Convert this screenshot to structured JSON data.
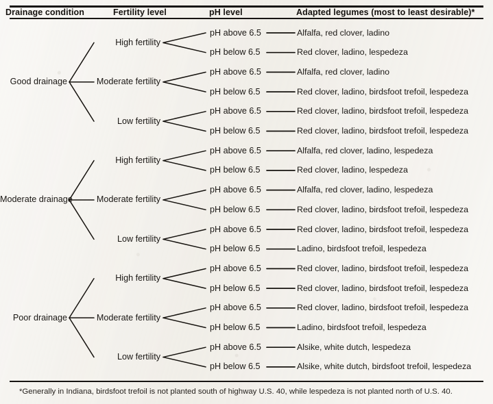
{
  "headers": {
    "drainage": "Drainage condition",
    "fertility": "Fertility level",
    "ph": "pH level",
    "legumes": "Adapted legumes (most to least desirable)*"
  },
  "footnote": "*Generally in Indiana, birdsfoot trefoil is not planted south of highway U.S. 40, while lespedeza is not planted north of U.S. 40.",
  "ph_labels": {
    "above": "pH above 6.5",
    "below": "pH below 6.5"
  },
  "fertility_labels": {
    "high": "High fertility",
    "moderate": "Moderate fertility",
    "low": "Low fertility"
  },
  "drainage_labels": {
    "good": "Good drainage",
    "moderate": "Moderate drainage",
    "poor": "Poor drainage"
  },
  "tree": [
    {
      "drainage": "Good drainage",
      "fertility": [
        {
          "level": "High fertility",
          "ph": [
            {
              "label": "pH above 6.5",
              "legumes": "Alfalfa, red clover, ladino"
            },
            {
              "label": "pH below 6.5",
              "legumes": "Red clover, ladino, lespedeza"
            }
          ]
        },
        {
          "level": "Moderate fertility",
          "ph": [
            {
              "label": "pH above 6.5",
              "legumes": "Alfalfa, red clover, ladino"
            },
            {
              "label": "pH below 6.5",
              "legumes": "Red clover, ladino, birdsfoot trefoil, lespedeza"
            }
          ]
        },
        {
          "level": "Low fertility",
          "ph": [
            {
              "label": "pH above 6.5",
              "legumes": "Red clover, ladino, birdsfoot trefoil, lespedeza"
            },
            {
              "label": "pH below 6.5",
              "legumes": "Red clover, ladino, birdsfoot trefoil, lespedeza"
            }
          ]
        }
      ]
    },
    {
      "drainage": "Moderate drainage",
      "fertility": [
        {
          "level": "High fertility",
          "ph": [
            {
              "label": "pH above 6.5",
              "legumes": "Alfalfa, red clover, ladino, lespedeza"
            },
            {
              "label": "pH below 6.5",
              "legumes": "Red clover, ladino, lespedeza"
            }
          ]
        },
        {
          "level": "Moderate fertility",
          "ph": [
            {
              "label": "pH above 6.5",
              "legumes": "Alfalfa, red clover, ladino, lespedeza"
            },
            {
              "label": "pH below 6.5",
              "legumes": "Red clover, ladino, birdsfoot trefoil, lespedeza"
            }
          ]
        },
        {
          "level": "Low fertility",
          "ph": [
            {
              "label": "pH above 6.5",
              "legumes": "Red clover, ladino, birdsfoot trefoil, lespedeza"
            },
            {
              "label": "pH below 6.5",
              "legumes": "Ladino, birdsfoot trefoil, lespedeza"
            }
          ]
        }
      ]
    },
    {
      "drainage": "Poor drainage",
      "fertility": [
        {
          "level": "High fertility",
          "ph": [
            {
              "label": "pH above 6.5",
              "legumes": "Red clover, ladino, birdsfoot trefoil, lespedeza"
            },
            {
              "label": "pH below 6.5",
              "legumes": "Red clover, ladino, birdsfoot trefoil, lespedeza"
            }
          ]
        },
        {
          "level": "Moderate fertility",
          "ph": [
            {
              "label": "pH above 6.5",
              "legumes": "Red clover, ladino, birdsfoot trefoil, lespedeza"
            },
            {
              "label": "pH below 6.5",
              "legumes": "Ladino, birdsfoot trefoil, lespedeza"
            }
          ]
        },
        {
          "level": "Low fertility",
          "ph": [
            {
              "label": "pH above 6.5",
              "legumes": "Alsike, white dutch, lespedeza"
            },
            {
              "label": "pH below 6.5",
              "legumes": "Alsike, white dutch, birdsfoot trefoil, lespedeza"
            }
          ]
        }
      ]
    }
  ]
}
